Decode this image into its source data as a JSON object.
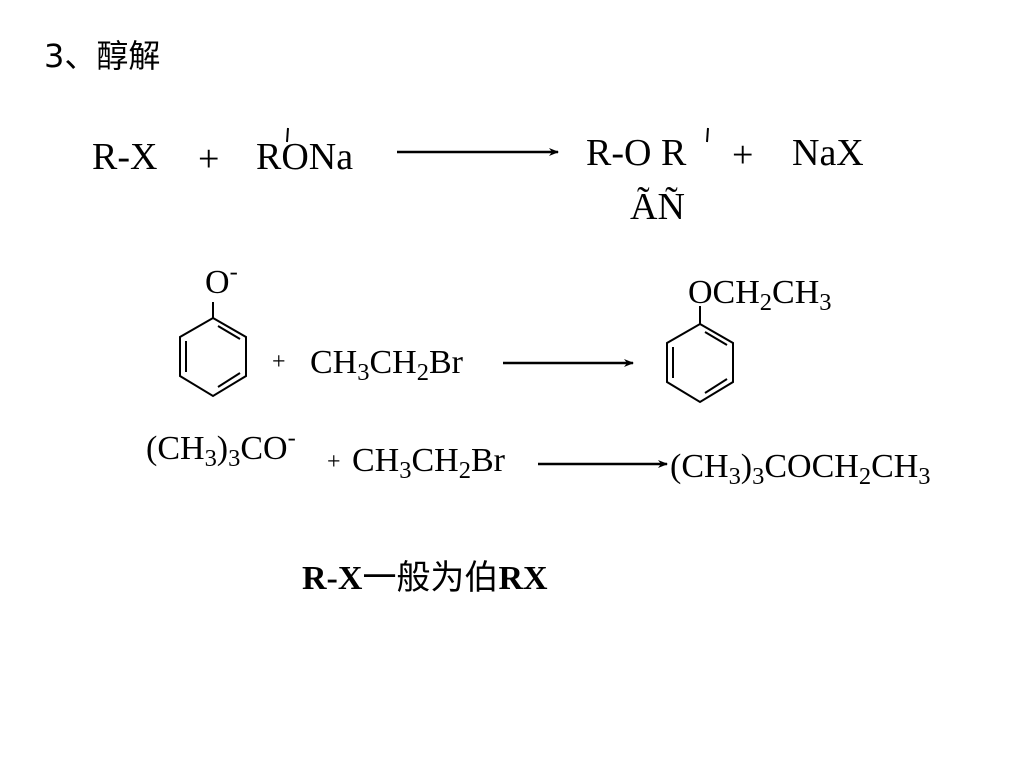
{
  "title": "3、醇解",
  "reaction1": {
    "reactant1": "R-X",
    "plus1": "+",
    "reactant2": "RONa",
    "product1": "R-O R",
    "plus2": "+",
    "product2": "NaX",
    "product_label": "ÃÑ"
  },
  "reaction2": {
    "reactant_group": "O",
    "reactant_charge": "-",
    "plus": "+",
    "reagent": {
      "p1": "CH",
      "s1": "3",
      "p2": "CH",
      "s2": "2",
      "p3": "Br"
    },
    "product_group": {
      "p1": "OCH",
      "s1": "2",
      "p2": "CH",
      "s2": "3"
    }
  },
  "reaction3": {
    "reactant": {
      "p1": "(CH",
      "s1": "3",
      "p2": ")",
      "s2": "3",
      "p3": "CO",
      "charge": "-"
    },
    "plus": "+",
    "reagent": {
      "p1": "CH",
      "s1": "3",
      "p2": "CH",
      "s2": "2",
      "p3": "Br"
    },
    "product": {
      "p1": "(CH",
      "s1": "3",
      "p2": ")",
      "s2": "3",
      "p3": "COCH",
      "s3": "2",
      "p4": "CH",
      "s4": "3"
    }
  },
  "note": {
    "part1": "R-X",
    "part2": "一般为伯",
    "part3": "RX"
  }
}
